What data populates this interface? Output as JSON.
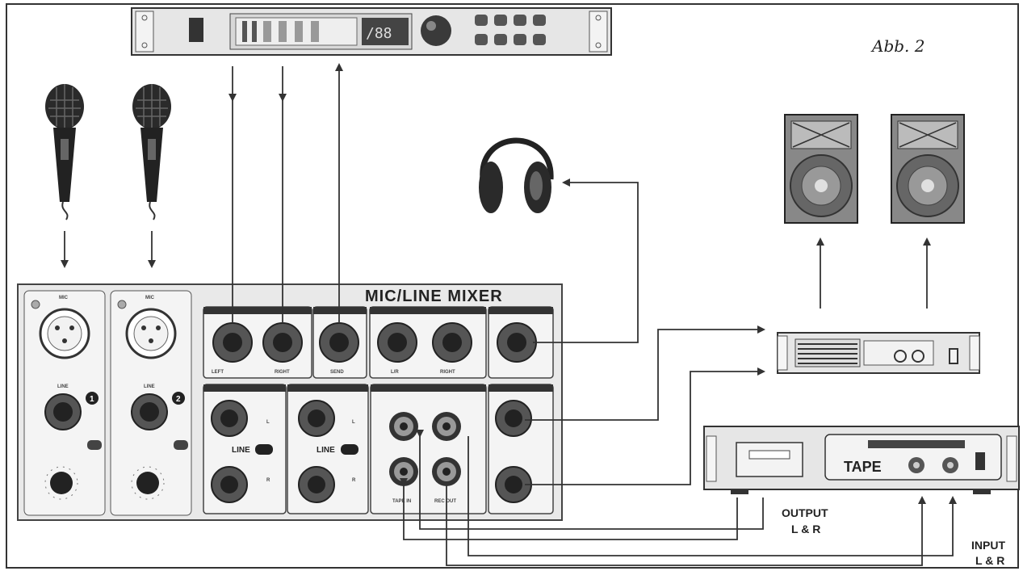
{
  "figure_label": "Abb. 2",
  "mixer": {
    "title": "MIC/LINE MIXER",
    "channel_1": {
      "mic_label": "MIC",
      "line_label": "LINE",
      "number": "1"
    },
    "channel_2": {
      "mic_label": "MIC",
      "line_label": "LINE",
      "number": "2"
    },
    "line_channel_a": {
      "line_label": "LINE",
      "left": "L",
      "right": "R"
    },
    "line_channel_b": {
      "line_label": "LINE",
      "left": "L",
      "right": "R"
    },
    "jack_labels": {
      "left": "LEFT",
      "right": "RIGHT",
      "send": "SEND",
      "lr_left": "L/R",
      "lr_right": "RIGHT",
      "tape_in": "TAPE IN",
      "rec_out": "REC OUT"
    }
  },
  "tape_deck": {
    "label": "TAPE"
  },
  "annotations": {
    "output_line1": "OUTPUT",
    "output_line2": "L & R",
    "input_line1": "INPUT",
    "input_line2": "L & R"
  },
  "colors": {
    "line": "#333333",
    "device": "#e6e6e6",
    "dark": "#1a1a1a"
  }
}
